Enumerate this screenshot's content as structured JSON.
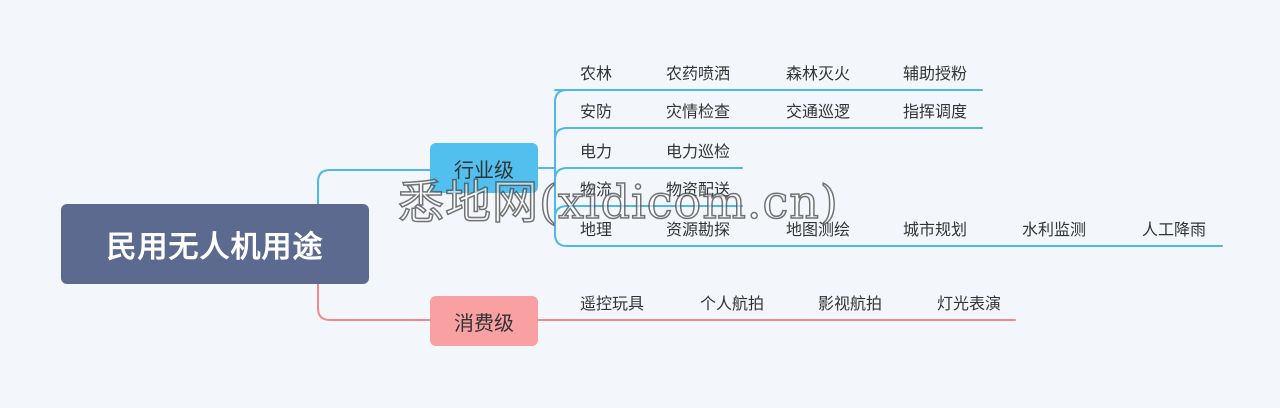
{
  "root": {
    "label": "民用无人机用途"
  },
  "branches": {
    "industry": {
      "label": "行业级",
      "rows": [
        [
          "农林",
          "农药喷洒",
          "森林灭火",
          "辅助授粉"
        ],
        [
          "安防",
          "灾情检查",
          "交通巡逻",
          "指挥调度"
        ],
        [
          "电力",
          "电力巡检"
        ],
        [
          "物流",
          "物资配送"
        ],
        [
          "地理",
          "资源勘探",
          "地图测绘",
          "城市规划",
          "水利监测",
          "人工降雨"
        ]
      ]
    },
    "consumer": {
      "label": "消费级",
      "items": [
        "遥控玩具",
        "个人航拍",
        "影视航拍",
        "灯光表演"
      ]
    }
  },
  "watermark": "悉地网(xidicom.cn)",
  "colors": {
    "root_bg": "#5b6a8e",
    "industry": "#52c0ee",
    "consumer": "#f9a0a3",
    "consumer_line": "#f08a8f",
    "industry_line": "#4fb8e6"
  }
}
